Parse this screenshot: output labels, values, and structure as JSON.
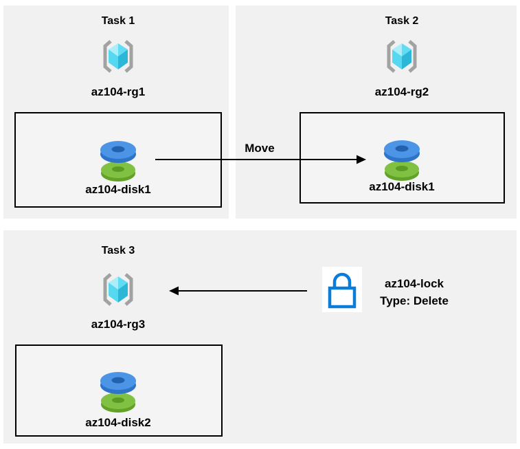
{
  "diagram": {
    "tasks": [
      {
        "title": "Task 1",
        "rg": "az104-rg1",
        "disk": "az104-disk1"
      },
      {
        "title": "Task 2",
        "rg": "az104-rg2",
        "disk": "az104-disk1"
      },
      {
        "title": "Task 3",
        "rg": "az104-rg3",
        "disk": "az104-disk2"
      }
    ],
    "move_arrow_label": "Move",
    "lock": {
      "name": "az104-lock",
      "type_line": "Type: Delete"
    },
    "colors": {
      "panel_bg": "#f1f1f1",
      "box_bg": "#f4f4f4",
      "box_border": "#000000",
      "bracket_gray": "#a2a2a2",
      "cube_light": "#abeefa",
      "cube_mid": "#62dcf3",
      "cube_mid2": "#55d8f0",
      "cube_dark": "#2cb6d8",
      "disk_blue_top": "#4b94e6",
      "disk_blue_side": "#2e74c9",
      "disk_blue_hole": "#2361ae",
      "disk_green_top": "#80c043",
      "disk_green_side": "#62a228",
      "disk_green_hole": "#5d9a23",
      "lock_blue": "#0c7cd9",
      "arrow_black": "#000000"
    }
  }
}
